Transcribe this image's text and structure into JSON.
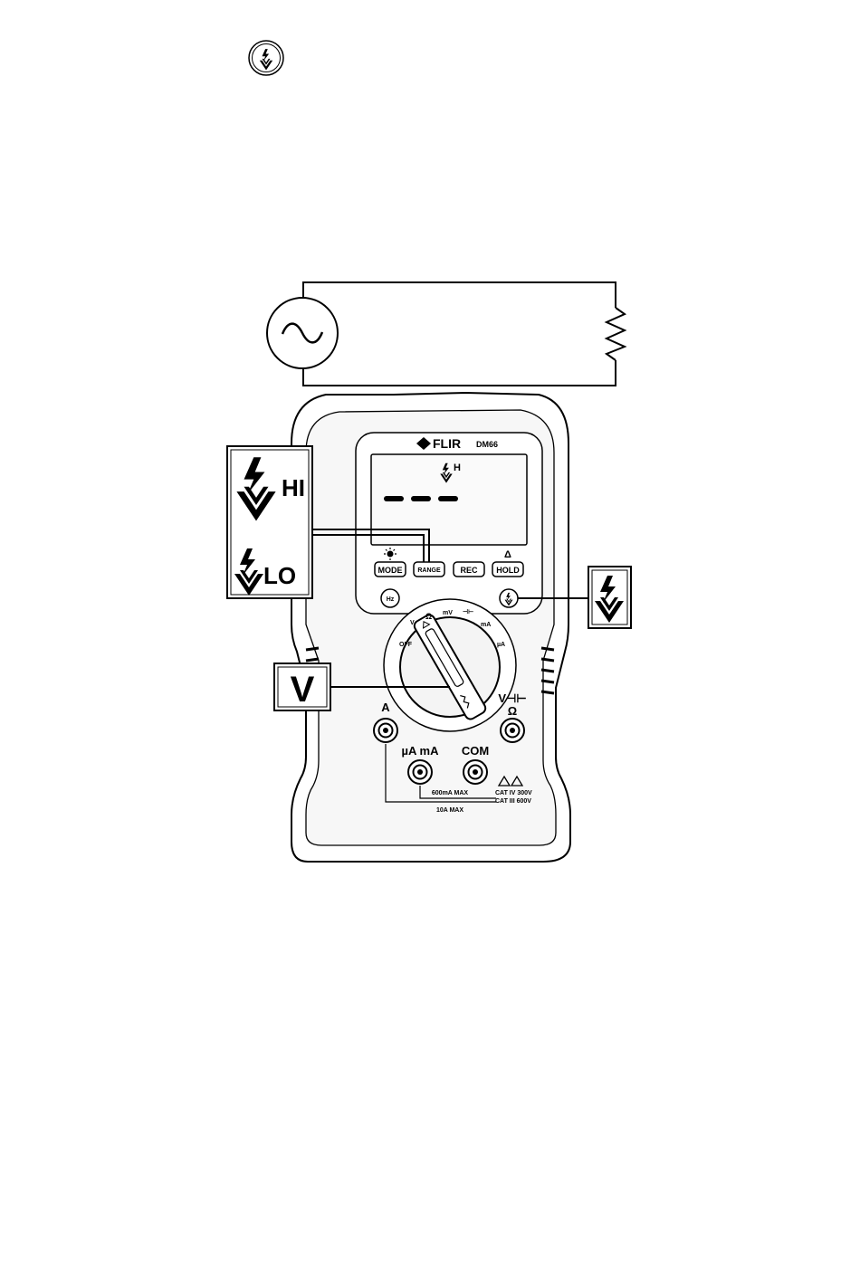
{
  "header": {
    "icon": "voltage-detect-icon"
  },
  "meter": {
    "brand": "FLIR",
    "model": "DM66",
    "display": {
      "indicator": "H",
      "reading": "- - -"
    },
    "buttons": {
      "mode": "MODE",
      "range": "RANGE",
      "rec": "REC",
      "hold": "HOLD",
      "hz": "Hz"
    },
    "dial": {
      "off": "OFF",
      "v_ac": "V",
      "ohm": "Ω",
      "mv": "mV",
      "ua_ma": "mA",
      "ua": "µA"
    },
    "ports": {
      "a": "A",
      "ua_ma": "µA mA",
      "com": "COM",
      "v_ohm_top": "V⊣⊢",
      "v_ohm_bottom": "Ω"
    },
    "ratings": {
      "fuse_ma": "600mA MAX",
      "fuse_a": "10A MAX",
      "cat4": "CAT IV 300V",
      "cat3": "CAT III 600V"
    }
  },
  "callouts": {
    "hi": "HI",
    "lo": "LO",
    "v": "V"
  },
  "colors": {
    "ink": "#000000",
    "paper": "#ffffff",
    "body": "#f2f2f2",
    "lcd": "#fafafa"
  }
}
